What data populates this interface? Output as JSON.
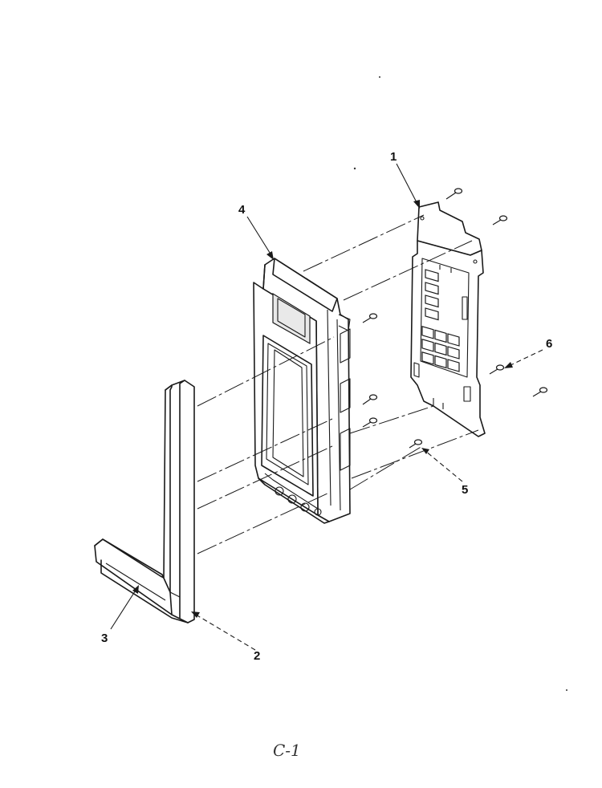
{
  "callouts": [
    {
      "label": "1"
    },
    {
      "label": "2"
    },
    {
      "label": "3"
    },
    {
      "label": "4"
    },
    {
      "label": "5"
    },
    {
      "label": "6"
    }
  ],
  "sheet_label": "C-1"
}
